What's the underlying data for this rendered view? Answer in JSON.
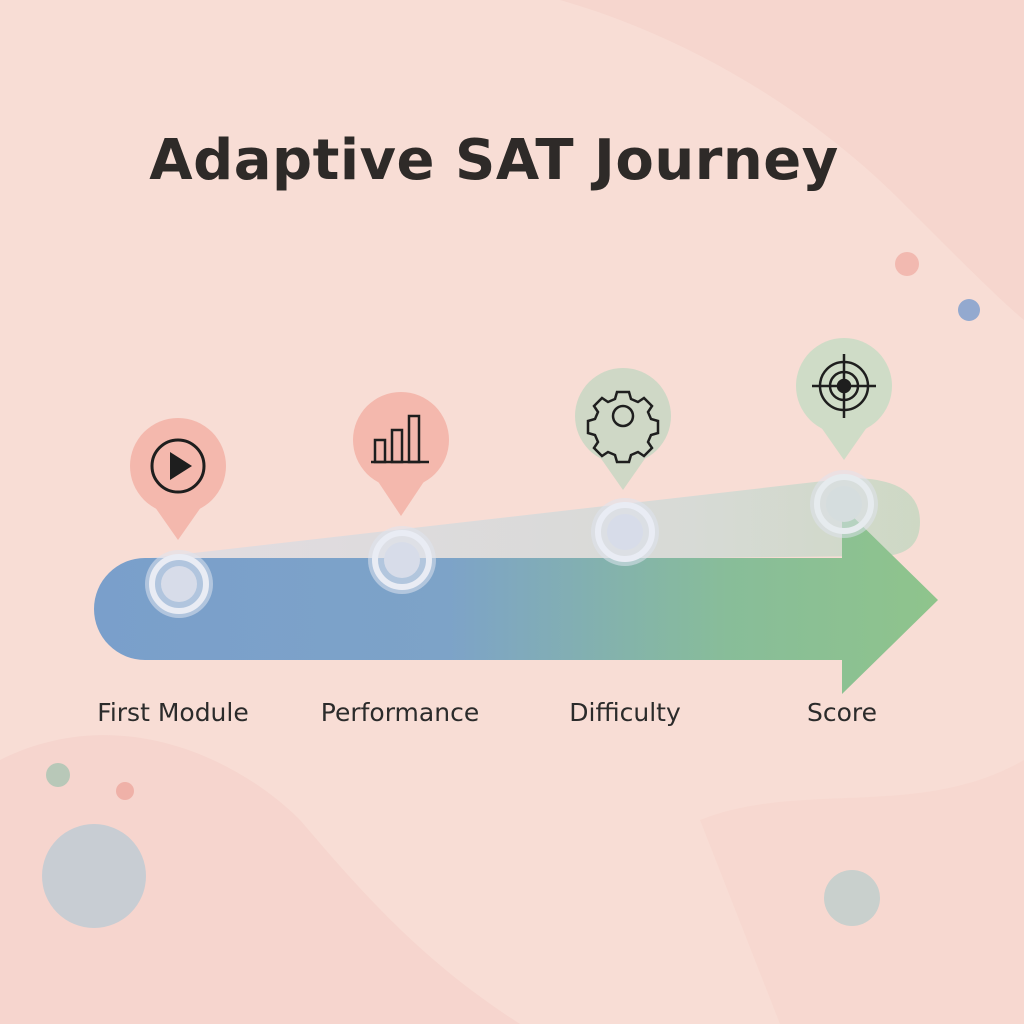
{
  "title": "Adaptive SAT Journey",
  "steps": [
    {
      "label": "First Module",
      "icon": "play-icon",
      "pin_color": "#f4b8ad"
    },
    {
      "label": "Performance",
      "icon": "bar-chart-icon",
      "pin_color": "#f4b8ad"
    },
    {
      "label": "Difficulty",
      "icon": "gear-icon",
      "pin_color": "#cfd8c6"
    },
    {
      "label": "Score",
      "icon": "target-icon",
      "pin_color": "#cfdcc7"
    }
  ],
  "colors": {
    "background": "#f8ddd5",
    "arrow_start": "#7a9fcb",
    "arrow_end": "#8fc48c",
    "title": "#2e2a28"
  }
}
